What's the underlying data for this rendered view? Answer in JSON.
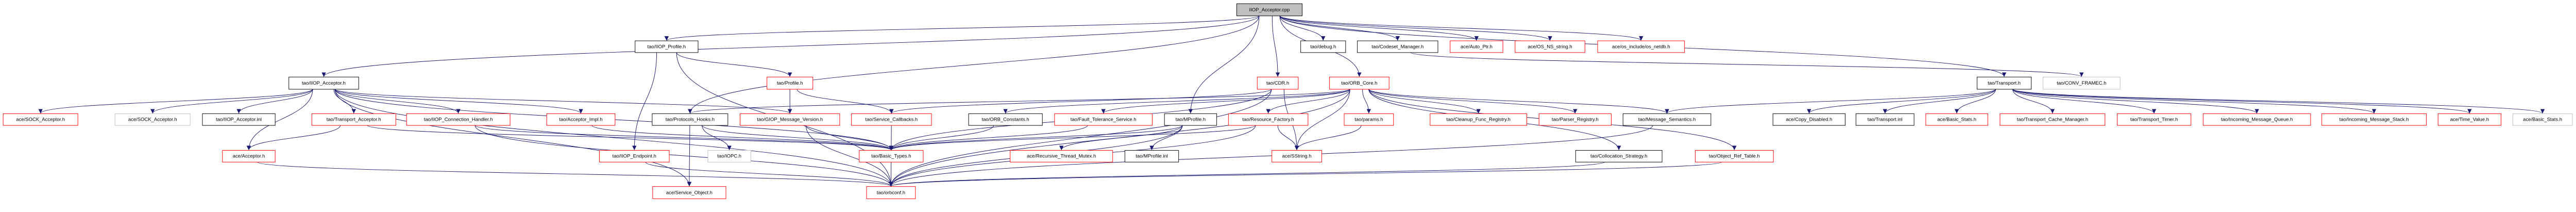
{
  "graph": {
    "colors": {
      "edge": "#191970",
      "root_fill": "#bfbfbf",
      "black": "#000000",
      "red": "#ff0000",
      "gray": "#bfbfbf"
    },
    "nodes": [
      {
        "id": "cpp",
        "label": "IIOP_Acceptor.cpp",
        "border": "black",
        "root": true
      },
      {
        "id": "iiop_acceptor_h",
        "label": "tao/IIOP_Acceptor.h",
        "border": "black"
      },
      {
        "id": "iiop_profile_h",
        "label": "tao/IIOP_Profile.h",
        "border": "black"
      },
      {
        "id": "debug_h",
        "label": "tao/debug.h",
        "border": "black"
      },
      {
        "id": "codeset_h",
        "label": "tao/Codeset_Manager.h",
        "border": "black"
      },
      {
        "id": "auto_ptr_h",
        "label": "ace/Auto_Ptr.h",
        "border": "red"
      },
      {
        "id": "os_ns_string_h",
        "label": "ace/OS_NS_string.h",
        "border": "red"
      },
      {
        "id": "os_netdb_h",
        "label": "ace/os_include/os_netdb.h",
        "border": "red"
      },
      {
        "id": "profile_h",
        "label": "tao/Profile.h",
        "border": "red"
      },
      {
        "id": "cdr_h",
        "label": "tao/CDR.h",
        "border": "red"
      },
      {
        "id": "orb_core_h",
        "label": "tao/ORB_Core.h",
        "border": "red"
      },
      {
        "id": "transport_h",
        "label": "tao/Transport.h",
        "border": "black"
      },
      {
        "id": "conv_framec_h",
        "label": "tao/CONV_FRAMEC.h",
        "border": "gray"
      },
      {
        "id": "sock_acceptor_red",
        "label": "ace/SOCK_Acceptor.h",
        "border": "red"
      },
      {
        "id": "sock_acceptor_gray",
        "label": "ace/SOCK_Acceptor.h",
        "border": "gray"
      },
      {
        "id": "iiop_acceptor_inl",
        "label": "tao/IIOP_Acceptor.inl",
        "border": "black"
      },
      {
        "id": "transport_acceptor_h",
        "label": "tao/Transport_Acceptor.h",
        "border": "red"
      },
      {
        "id": "iiop_conn_handler_h",
        "label": "tao/IIOP_Connection_Handler.h",
        "border": "red"
      },
      {
        "id": "acceptor_impl_h",
        "label": "tao/Acceptor_Impl.h",
        "border": "red"
      },
      {
        "id": "protocols_hooks_h",
        "label": "tao/Protocols_Hooks.h",
        "border": "black"
      },
      {
        "id": "giop_msg_version_h",
        "label": "tao/GIOP_Message_Version.h",
        "border": "red"
      },
      {
        "id": "service_callbacks_h",
        "label": "tao/Service_Callbacks.h",
        "border": "red"
      },
      {
        "id": "orb_constants_h",
        "label": "tao/ORB_Constants.h",
        "border": "black"
      },
      {
        "id": "ft_service_h",
        "label": "tao/Fault_Tolerance_Service.h",
        "border": "red"
      },
      {
        "id": "mprofile_h",
        "label": "tao/MProfile.h",
        "border": "black"
      },
      {
        "id": "resource_factory_h",
        "label": "tao/Resource_Factory.h",
        "border": "red"
      },
      {
        "id": "params_h",
        "label": "tao/params.h",
        "border": "red"
      },
      {
        "id": "cleanup_h",
        "label": "tao/Cleanup_Func_Registry.h",
        "border": "red"
      },
      {
        "id": "parser_registry_h",
        "label": "tao/Parser_Registry.h",
        "border": "red"
      },
      {
        "id": "message_semantics_h",
        "label": "tao/Message_Semantics.h",
        "border": "black"
      },
      {
        "id": "copy_disabled_h",
        "label": "ace/Copy_Disabled.h",
        "border": "black"
      },
      {
        "id": "transport_inl",
        "label": "tao/Transport.inl",
        "border": "black"
      },
      {
        "id": "basic_stats_red",
        "label": "ace/Basic_Stats.h",
        "border": "red"
      },
      {
        "id": "transport_cache_h",
        "label": "tao/Transport_Cache_Manager.h",
        "border": "red"
      },
      {
        "id": "transport_timer_h",
        "label": "tao/Transport_Timer.h",
        "border": "red"
      },
      {
        "id": "incoming_queue_h",
        "label": "tao/Incoming_Message_Queue.h",
        "border": "red"
      },
      {
        "id": "incoming_stack_h",
        "label": "tao/Incoming_Message_Stack.h",
        "border": "red"
      },
      {
        "id": "time_value_h",
        "label": "ace/Time_Value.h",
        "border": "red"
      },
      {
        "id": "basic_stats_gray",
        "label": "ace/Basic_Stats.h",
        "border": "gray"
      },
      {
        "id": "ace_acceptor_h",
        "label": "ace/Acceptor.h",
        "border": "red"
      },
      {
        "id": "iiop_endpoint_h",
        "label": "tao/IIOP_Endpoint.h",
        "border": "red"
      },
      {
        "id": "iopc_h",
        "label": "tao/IOPC.h",
        "border": "gray"
      },
      {
        "id": "basic_types_h",
        "label": "tao/Basic_Types.h",
        "border": "red"
      },
      {
        "id": "recursive_mutex_h",
        "label": "ace/Recursive_Thread_Mutex.h",
        "border": "red"
      },
      {
        "id": "mprofile_inl",
        "label": "tao/MProfile.inl",
        "border": "black"
      },
      {
        "id": "sstring_h",
        "label": "ace/SString.h",
        "border": "red"
      },
      {
        "id": "collocation_h",
        "label": "tao/Collocation_Strategy.h",
        "border": "black"
      },
      {
        "id": "object_ref_table_h",
        "label": "tao/Object_Ref_Table.h",
        "border": "red"
      },
      {
        "id": "service_object_h",
        "label": "ace/Service_Object.h",
        "border": "red"
      },
      {
        "id": "orbconf_h",
        "label": "tao/orbconf.h",
        "border": "red"
      }
    ],
    "edges": [
      [
        "cpp",
        "iiop_acceptor_h"
      ],
      [
        "cpp",
        "iiop_profile_h"
      ],
      [
        "cpp",
        "debug_h"
      ],
      [
        "cpp",
        "codeset_h"
      ],
      [
        "cpp",
        "auto_ptr_h"
      ],
      [
        "cpp",
        "os_ns_string_h"
      ],
      [
        "cpp",
        "os_netdb_h"
      ],
      [
        "cpp",
        "cdr_h"
      ],
      [
        "cpp",
        "orb_core_h"
      ],
      [
        "cpp",
        "transport_h"
      ],
      [
        "cpp",
        "mprofile_h"
      ],
      [
        "cpp",
        "protocols_hooks_h"
      ],
      [
        "iiop_acceptor_h",
        "sock_acceptor_red"
      ],
      [
        "iiop_acceptor_h",
        "sock_acceptor_gray"
      ],
      [
        "iiop_acceptor_h",
        "iiop_acceptor_inl"
      ],
      [
        "iiop_acceptor_h",
        "transport_acceptor_h"
      ],
      [
        "iiop_acceptor_h",
        "iiop_conn_handler_h"
      ],
      [
        "iiop_acceptor_h",
        "acceptor_impl_h"
      ],
      [
        "iiop_acceptor_h",
        "giop_msg_version_h"
      ],
      [
        "iiop_acceptor_h",
        "ace_acceptor_h"
      ],
      [
        "iiop_acceptor_h",
        "basic_types_h"
      ],
      [
        "iiop_acceptor_h",
        "service_object_h"
      ],
      [
        "iiop_acceptor_h",
        "orbconf_h"
      ],
      [
        "transport_acceptor_h",
        "ace_acceptor_h"
      ],
      [
        "transport_acceptor_h",
        "basic_types_h"
      ],
      [
        "iiop_conn_handler_h",
        "basic_types_h"
      ],
      [
        "iiop_conn_handler_h",
        "orbconf_h"
      ],
      [
        "acceptor_impl_h",
        "basic_types_h"
      ],
      [
        "ace_acceptor_h",
        "orbconf_h"
      ],
      [
        "iiop_profile_h",
        "profile_h"
      ],
      [
        "iiop_profile_h",
        "iiop_endpoint_h"
      ],
      [
        "iiop_profile_h",
        "orbconf_h"
      ],
      [
        "profile_h",
        "giop_msg_version_h"
      ],
      [
        "profile_h",
        "service_callbacks_h"
      ],
      [
        "protocols_hooks_h",
        "iopc_h"
      ],
      [
        "protocols_hooks_h",
        "service_object_h"
      ],
      [
        "protocols_hooks_h",
        "basic_types_h"
      ],
      [
        "giop_msg_version_h",
        "basic_types_h"
      ],
      [
        "giop_msg_version_h",
        "orbconf_h"
      ],
      [
        "service_callbacks_h",
        "basic_types_h"
      ],
      [
        "iiop_endpoint_h",
        "orbconf_h"
      ],
      [
        "basic_types_h",
        "orbconf_h"
      ],
      [
        "cdr_h",
        "service_callbacks_h"
      ],
      [
        "cdr_h",
        "basic_types_h"
      ],
      [
        "cdr_h",
        "sstring_h"
      ],
      [
        "cdr_h",
        "orbconf_h"
      ],
      [
        "orb_core_h",
        "protocols_hooks_h"
      ],
      [
        "orb_core_h",
        "orb_constants_h"
      ],
      [
        "orb_core_h",
        "ft_service_h"
      ],
      [
        "orb_core_h",
        "resource_factory_h"
      ],
      [
        "orb_core_h",
        "params_h"
      ],
      [
        "orb_core_h",
        "cleanup_h"
      ],
      [
        "orb_core_h",
        "parser_registry_h"
      ],
      [
        "orb_core_h",
        "message_semantics_h"
      ],
      [
        "orb_core_h",
        "collocation_h"
      ],
      [
        "orb_core_h",
        "object_ref_table_h"
      ],
      [
        "orb_core_h",
        "sstring_h"
      ],
      [
        "orb_core_h",
        "orbconf_h"
      ],
      [
        "orb_constants_h",
        "basic_types_h"
      ],
      [
        "ft_service_h",
        "basic_types_h"
      ],
      [
        "mprofile_h",
        "basic_types_h"
      ],
      [
        "mprofile_h",
        "recursive_mutex_h"
      ],
      [
        "mprofile_h",
        "mprofile_inl"
      ],
      [
        "mprofile_h",
        "orbconf_h"
      ],
      [
        "resource_factory_h",
        "sstring_h"
      ],
      [
        "resource_factory_h",
        "orbconf_h"
      ],
      [
        "resource_factory_h",
        "basic_types_h"
      ],
      [
        "params_h",
        "sstring_h"
      ],
      [
        "message_semantics_h",
        "orbconf_h"
      ],
      [
        "collocation_h",
        "orbconf_h"
      ],
      [
        "object_ref_table_h",
        "orbconf_h"
      ],
      [
        "codeset_h",
        "conv_framec_h"
      ],
      [
        "transport_h",
        "copy_disabled_h"
      ],
      [
        "transport_h",
        "transport_inl"
      ],
      [
        "transport_h",
        "basic_stats_red"
      ],
      [
        "transport_h",
        "transport_cache_h"
      ],
      [
        "transport_h",
        "transport_timer_h"
      ],
      [
        "transport_h",
        "incoming_queue_h"
      ],
      [
        "transport_h",
        "incoming_stack_h"
      ],
      [
        "transport_h",
        "time_value_h"
      ],
      [
        "transport_h",
        "basic_stats_gray"
      ],
      [
        "transport_h",
        "message_semantics_h"
      ]
    ]
  }
}
